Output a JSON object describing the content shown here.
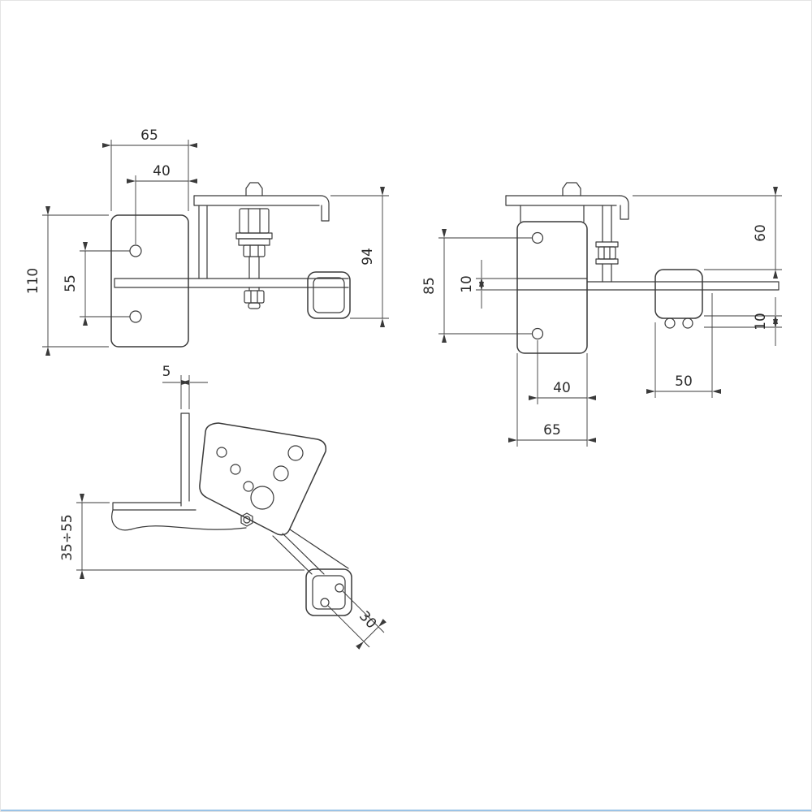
{
  "colors": {
    "line": "#3a3a3a",
    "accent": "#9cc3e6",
    "background": "#ffffff"
  },
  "drawing": {
    "front_view": {
      "plate_width": "65",
      "hole_to_edge": "40",
      "plate_height": "110",
      "hole_spacing": "55",
      "overall_height": "94"
    },
    "side_view": {
      "hole_spacing": "85",
      "rib_height": "10",
      "upper_height": "60",
      "lower_offset": "10",
      "hole_to_edge": "40",
      "roller_offset": "50",
      "plate_width": "65"
    },
    "top_view": {
      "flange_thickness": "5",
      "adjustment_range": "35÷55",
      "tube_size": "30"
    }
  }
}
